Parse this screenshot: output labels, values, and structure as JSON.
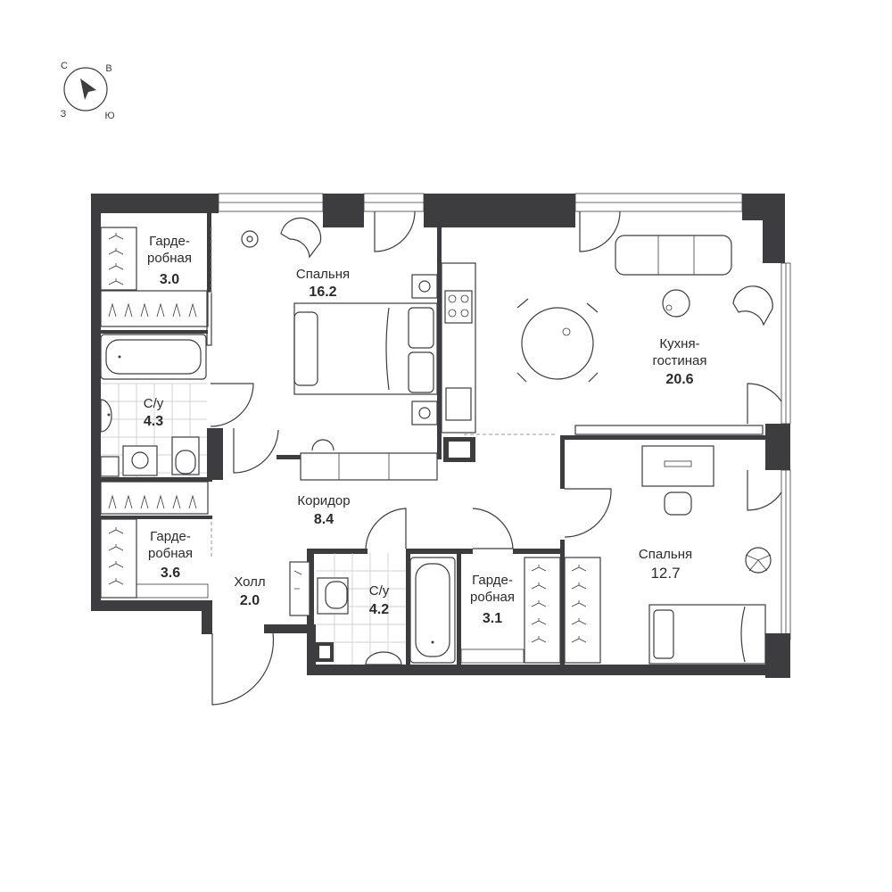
{
  "compass": {
    "north": "С",
    "east": "В",
    "west": "З",
    "south": "Ю"
  },
  "rooms": {
    "wardrobe_1": {
      "name_line1": "Гарде-",
      "name_line2": "робная",
      "area": "3.0"
    },
    "bedroom_1": {
      "name": "Спальня",
      "area": "16.2"
    },
    "bathroom_1": {
      "name": "С/у",
      "area": "4.3"
    },
    "kitchen": {
      "name_line1": "Кухня-",
      "name_line2": "гостиная",
      "area": "20.6"
    },
    "corridor": {
      "name": "Коридор",
      "area": "8.4"
    },
    "wardrobe_2": {
      "name_line1": "Гарде-",
      "name_line2": "робная",
      "area": "3.6"
    },
    "hall": {
      "name": "Холл",
      "area": "2.0"
    },
    "bathroom_2": {
      "name": "С/у",
      "area": "4.2"
    },
    "wardrobe_3": {
      "name_line1": "Гарде-",
      "name_line2": "робная",
      "area": "3.1"
    },
    "bedroom_2": {
      "name": "Спальня",
      "area": "12.7"
    }
  }
}
